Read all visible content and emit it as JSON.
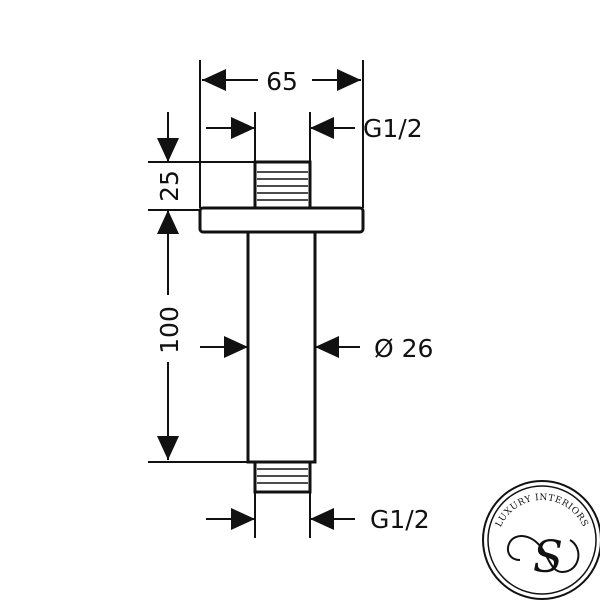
{
  "dimensions": {
    "flange_width": "65",
    "thread_top": "G1/2",
    "thread_top_height": "25",
    "pipe_length": "100",
    "pipe_diameter": "Ø 26",
    "thread_bottom": "G1/2"
  },
  "logo": {
    "text": "LUXURY INTERIORS",
    "monogram": "S"
  }
}
